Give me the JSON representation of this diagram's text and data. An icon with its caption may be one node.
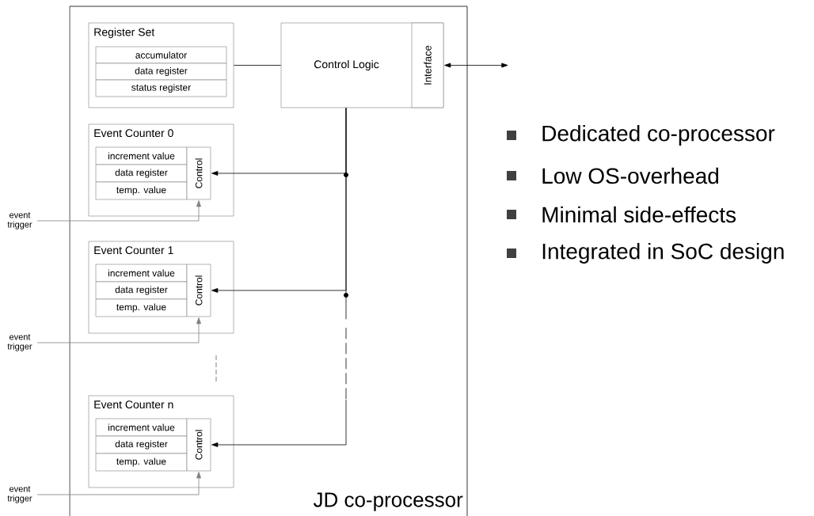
{
  "diagram": {
    "nodes": [
      {
        "text": [
          "JD co-processor"
        ]
      },
      {
        "text": [
          "Register Set"
        ],
        "in": 0
      },
      {
        "text": [
          "accumulator"
        ],
        "in": 1
      },
      {
        "text": [
          "data register"
        ],
        "in": 1
      },
      {
        "text": [
          "status register"
        ],
        "in": 1
      },
      {
        "text": [
          "Control Logic"
        ],
        "in": 0
      },
      {
        "text": [
          "Interface"
        ],
        "in": 5
      },
      {
        "text": [
          "Event Counter 0"
        ],
        "in": 0
      },
      {
        "text": [
          "increment value"
        ],
        "in": 7
      },
      {
        "text": [
          "data register"
        ],
        "in": 7
      },
      {
        "text": [
          "temp. value"
        ],
        "in": 7
      },
      {
        "text": [
          "Control"
        ],
        "in": 7
      },
      {
        "text": [
          "event trigger"
        ]
      },
      {
        "text": [
          "Event Counter 1"
        ],
        "in": 0
      },
      {
        "text": [
          "increment value"
        ],
        "in": 13
      },
      {
        "text": [
          "data register"
        ],
        "in": 13
      },
      {
        "text": [
          "temp. value"
        ],
        "in": 13
      },
      {
        "text": [
          "Control"
        ],
        "in": 13
      },
      {
        "text": [
          "event trigger"
        ]
      },
      {
        "text": [
          "Event Counter n"
        ],
        "in": 0
      },
      {
        "text": [
          "increment value"
        ],
        "in": 19
      },
      {
        "text": [
          "data register"
        ],
        "in": 19
      },
      {
        "text": [
          "temp. value"
        ],
        "in": 19
      },
      {
        "text": [
          "Control"
        ],
        "in": 19
      },
      {
        "text": [
          "event trigger"
        ]
      }
    ],
    "edges": [
      {
        "from": 1,
        "to": 5,
        "arrow": "none"
      },
      {
        "from": 6,
        "to": null,
        "arrow": "both"
      },
      {
        "from": 5,
        "to": 11,
        "arrow": "to"
      },
      {
        "from": 5,
        "to": 17,
        "arrow": "to"
      },
      {
        "from": 5,
        "to": 23,
        "arrow": "to",
        "style": "dashed"
      },
      {
        "from": 12,
        "to": 11,
        "arrow": "to",
        "color": "#808080"
      },
      {
        "from": 18,
        "to": 17,
        "arrow": "to",
        "color": "#808080"
      },
      {
        "from": 24,
        "to": 23,
        "arrow": "to",
        "color": "#808080"
      }
    ],
    "labels": [
      "Dedicated co-processor",
      "Low OS-overhead",
      "Minimal side-effects",
      "Integrated in SoC design"
    ]
  }
}
